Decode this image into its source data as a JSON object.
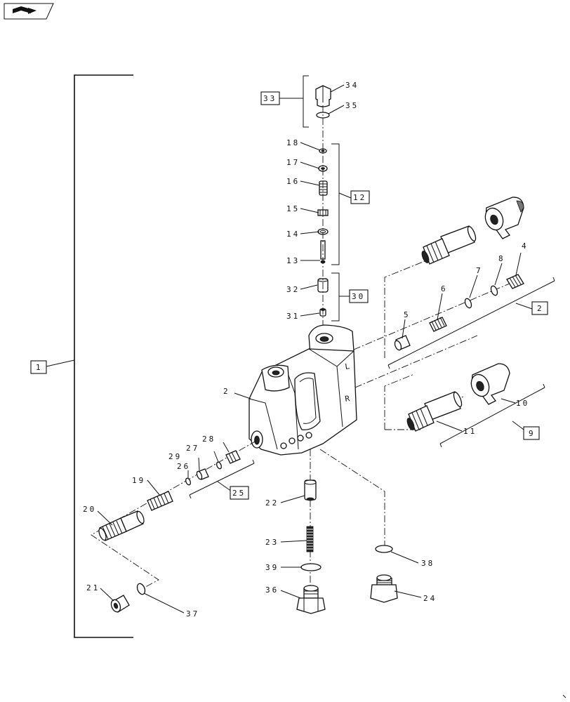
{
  "toolbar": {
    "nav_icon": "book-arrow-icon"
  },
  "callouts": [
    {
      "id": "c2",
      "text": "2"
    },
    {
      "id": "c4",
      "text": "4"
    },
    {
      "id": "c5",
      "text": "5"
    },
    {
      "id": "c6",
      "text": "6"
    },
    {
      "id": "c7",
      "text": "7"
    },
    {
      "id": "c8",
      "text": "8"
    },
    {
      "id": "c10",
      "text": "10"
    },
    {
      "id": "c11",
      "text": "11"
    },
    {
      "id": "c13",
      "text": "13"
    },
    {
      "id": "c14",
      "text": "14"
    },
    {
      "id": "c15",
      "text": "15"
    },
    {
      "id": "c16",
      "text": "16"
    },
    {
      "id": "c17",
      "text": "17"
    },
    {
      "id": "c18",
      "text": "18"
    },
    {
      "id": "c19",
      "text": "19"
    },
    {
      "id": "c20",
      "text": "20"
    },
    {
      "id": "c21",
      "text": "21"
    },
    {
      "id": "c22",
      "text": "22"
    },
    {
      "id": "c23",
      "text": "23"
    },
    {
      "id": "c24",
      "text": "24"
    },
    {
      "id": "c26",
      "text": "26"
    },
    {
      "id": "c27",
      "text": "27"
    },
    {
      "id": "c28",
      "text": "28"
    },
    {
      "id": "c29",
      "text": "29"
    },
    {
      "id": "c31",
      "text": "31"
    },
    {
      "id": "c32",
      "text": "32"
    },
    {
      "id": "c34",
      "text": "34"
    },
    {
      "id": "c35",
      "text": "35"
    },
    {
      "id": "c36",
      "text": "36"
    },
    {
      "id": "c37",
      "text": "37"
    },
    {
      "id": "c38",
      "text": "38"
    },
    {
      "id": "c39",
      "text": "39"
    }
  ],
  "boxed": [
    {
      "id": "b1",
      "text": "1"
    },
    {
      "id": "b2",
      "text": "2"
    },
    {
      "id": "b9",
      "text": "9"
    },
    {
      "id": "b12",
      "text": "12"
    },
    {
      "id": "b25",
      "text": "25"
    },
    {
      "id": "b30",
      "text": "30"
    },
    {
      "id": "b33",
      "text": "33"
    }
  ],
  "body_marks": {
    "left": "L",
    "right": "R"
  }
}
